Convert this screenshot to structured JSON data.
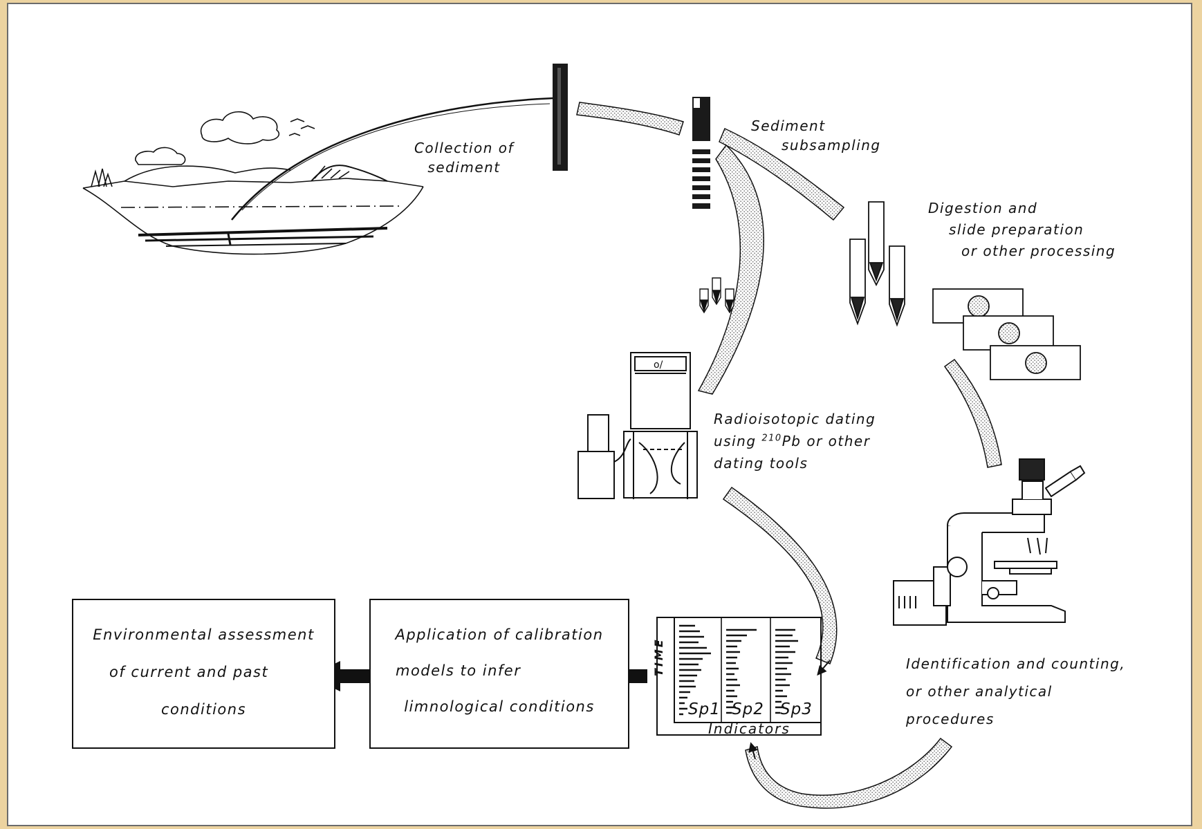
{
  "labels": {
    "collection": [
      "Collection  of",
      "sediment"
    ],
    "subsampling": [
      "Sediment",
      "subsampling"
    ],
    "digestion": [
      "Digestion  and",
      "slide  preparation",
      "or  other  processing"
    ],
    "dating": {
      "line1": "Radioisotopic  dating",
      "line2_prefix": "using ",
      "isotope_mass": "210",
      "isotope_symbol": "Pb",
      "line2_suffix": " or  other",
      "line3": "dating  tools"
    },
    "identification": [
      "Identification and counting,",
      "or  other  analytical",
      "procedures"
    ]
  },
  "boxes": {
    "environmental": [
      "Environmental  assessment",
      "of  current  and  past",
      "conditions"
    ],
    "application": [
      "Application  of  calibration",
      "models  to  infer",
      "limnological  conditions"
    ]
  },
  "stratigraphy": {
    "y_axis_label": "TIME",
    "columns": [
      "Sp1",
      "Sp2",
      "Sp3"
    ],
    "x_axis_label": "Indicators"
  },
  "colors": {
    "page_border_background": "#ecd3a0",
    "ink": "#111111",
    "stipple": "#8a8a8a"
  }
}
